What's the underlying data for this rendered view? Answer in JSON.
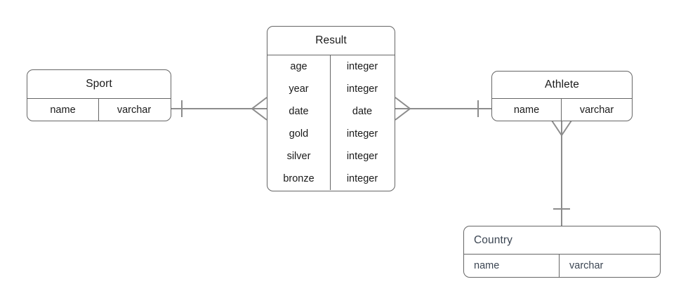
{
  "diagram": {
    "type": "entity-relationship-diagram",
    "notation": "crow's foot",
    "background_color": "#ffffff",
    "line_color": "#8c8c8c",
    "border_color": "#666666",
    "text_color": "#1a1a1a",
    "country_text_color": "#3b4552"
  },
  "entities": [
    {
      "id": "sport",
      "title": "Sport",
      "attributes": [
        {
          "name": "name",
          "type": "varchar"
        }
      ]
    },
    {
      "id": "result",
      "title": "Result",
      "attributes": [
        {
          "name": "age",
          "type": "integer"
        },
        {
          "name": "year",
          "type": "integer"
        },
        {
          "name": "date",
          "type": "date"
        },
        {
          "name": "gold",
          "type": "integer"
        },
        {
          "name": "silver",
          "type": "integer"
        },
        {
          "name": "bronze",
          "type": "integer"
        }
      ]
    },
    {
      "id": "athlete",
      "title": "Athlete",
      "attributes": [
        {
          "name": "name",
          "type": "varchar"
        }
      ]
    },
    {
      "id": "country",
      "title": "Country",
      "attributes": [
        {
          "name": "name",
          "type": "varchar"
        }
      ]
    }
  ],
  "relationships": [
    {
      "id": "sport-result",
      "from": "sport",
      "to": "result",
      "from_cardinality": "one",
      "to_cardinality": "many"
    },
    {
      "id": "result-athlete",
      "from": "result",
      "to": "athlete",
      "from_cardinality": "many",
      "to_cardinality": "one"
    },
    {
      "id": "athlete-country",
      "from": "athlete",
      "to": "country",
      "from_cardinality": "many",
      "to_cardinality": "one"
    }
  ]
}
